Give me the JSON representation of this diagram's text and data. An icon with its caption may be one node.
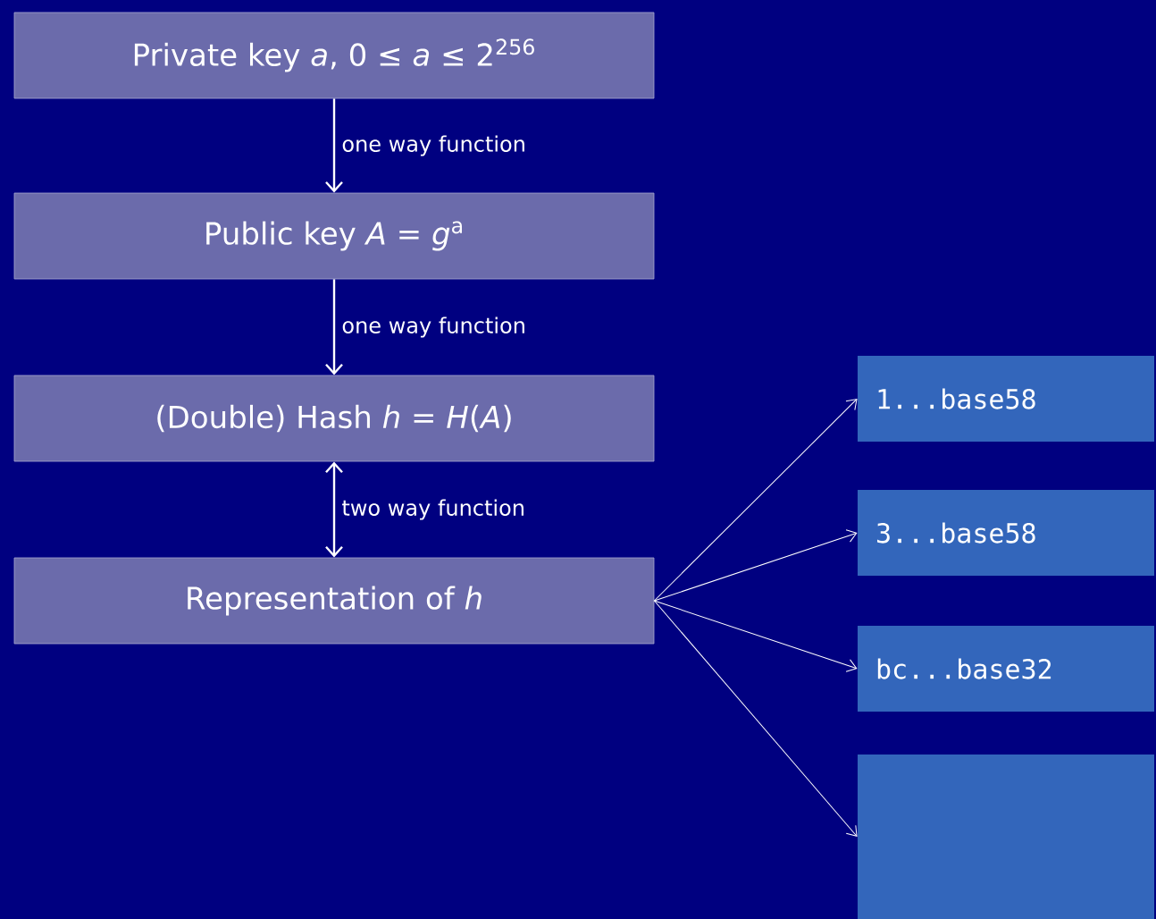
{
  "diagram": {
    "nodes": [
      {
        "text": [
          "Private key *a*, 0 ≤ *a* ≤ 2$^{256}$"
        ]
      },
      {
        "text": [
          "Public key *A* = *g*$^{a}$"
        ]
      },
      {
        "text": [
          "(Double) Hash *h* = *H*(*A*)"
        ]
      },
      {
        "text": [
          "Representation of *h*"
        ]
      },
      {
        "text": [
          "1...base58"
        ]
      },
      {
        "text": [
          "3...base58"
        ]
      },
      {
        "text": [
          "bc...base32"
        ]
      },
      {
        "text": [],
        "shape": "box"
      }
    ],
    "edges": [
      {
        "from": 0,
        "to": 1,
        "arrow": "to",
        "label": "one way function"
      },
      {
        "from": 1,
        "to": 2,
        "arrow": "to",
        "label": "one way function"
      },
      {
        "from": 2,
        "to": 3,
        "arrow": "both",
        "label": "two way function"
      },
      {
        "from": 3,
        "to": 4,
        "arrow": "to"
      },
      {
        "from": 3,
        "to": 5,
        "arrow": "to"
      },
      {
        "from": 3,
        "to": 6,
        "arrow": "to"
      },
      {
        "from": 3,
        "to": 7,
        "arrow": "to"
      }
    ]
  }
}
